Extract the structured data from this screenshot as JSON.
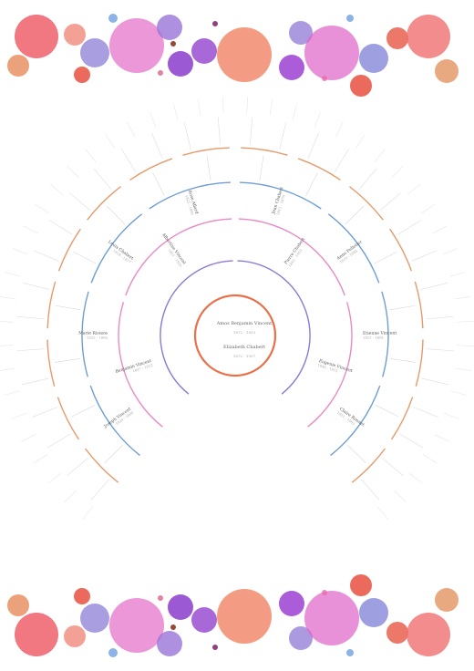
{
  "center": {
    "person1": {
      "name": "Amos Benjamin Vincent",
      "dates": "1872 - 1953"
    },
    "person2": {
      "name": "Elizabeth Chabert",
      "dates": "1872 - 1957"
    }
  },
  "ring1": [
    {
      "name": "Benjamin Vincent",
      "dates": "1847 - 1912"
    },
    {
      "name": "Albertine Vincent",
      "dates": "1851 - 1920"
    },
    {
      "name": "Pierre Chabert",
      "dates": "1843 - 1910"
    },
    {
      "name": "Eugenie Vincent",
      "dates": "1846 - 1915"
    }
  ],
  "ring2": [
    {
      "name": "Joseph Vincent",
      "dates": "1820 - 1880"
    },
    {
      "name": "Marie Riviere",
      "dates": "1823 - 1890"
    },
    {
      "name": "Louis Chabert",
      "dates": "1818 - 1877"
    },
    {
      "name": "Rose Allard",
      "dates": "1822 - 1885"
    },
    {
      "name": "Jean Chabert",
      "dates": "1815 - 1870"
    },
    {
      "name": "Anne Pelletier",
      "dates": "1819 - 1888"
    },
    {
      "name": "Etienne Vincent",
      "dates": "1817 - 1881"
    },
    {
      "name": "Claire Bonnet",
      "dates": "1821 - 1893"
    }
  ],
  "ring3_count": 16,
  "ring4_count": 32,
  "ring5_count": 48,
  "palette": {
    "center": "#e8704a",
    "ring1": "#8c7ad6",
    "ring2": "#e98ac4",
    "ring3": "#6e9ed6",
    "ring4": "#e69a6a",
    "text": "#555555",
    "muted": "#aaaaaa"
  }
}
